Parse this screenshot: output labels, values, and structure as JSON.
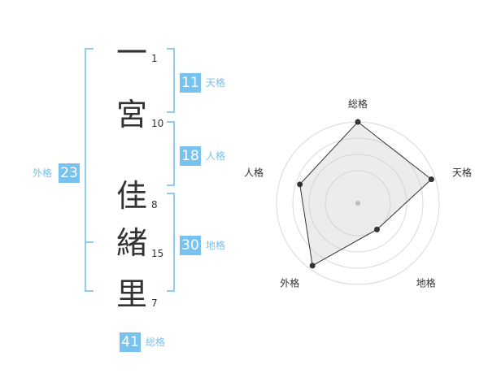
{
  "name_chars": [
    {
      "char": "一",
      "strokes": "1"
    },
    {
      "char": "宮",
      "strokes": "10"
    },
    {
      "char": "佳",
      "strokes": "8"
    },
    {
      "char": "緒",
      "strokes": "15"
    },
    {
      "char": "里",
      "strokes": "7"
    }
  ],
  "kakusu": {
    "tenkaku": {
      "value": "11",
      "label": "天格"
    },
    "jinkaku": {
      "value": "18",
      "label": "人格"
    },
    "chikaku": {
      "value": "30",
      "label": "地格"
    },
    "gaikaku": {
      "value": "23",
      "label": "外格"
    },
    "soukaku": {
      "value": "41",
      "label": "総格"
    }
  },
  "radar": {
    "axes": [
      "総格",
      "天格",
      "地格",
      "外格",
      "人格"
    ],
    "values": [
      1.0,
      0.95,
      0.4,
      0.95,
      0.75
    ],
    "max": 1.0
  },
  "colors": {
    "accent": "#78c2f0",
    "bracket": "#8fcbf2",
    "text": "#333333"
  }
}
